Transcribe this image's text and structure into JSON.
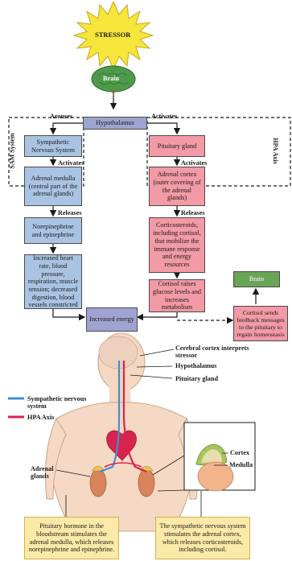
{
  "stressor": "STRESSOR",
  "brain": "Brain",
  "arouses": "Arouses",
  "activates_top": "Activates",
  "hypothalamus": "Hypothalamus",
  "sam_system": "SAM System",
  "hpa_axis_label": "HPA Axis",
  "sympathetic_ns": "Sympathetic Nervous System",
  "pituitary_gland": "Pituitary gland",
  "activates_left": "Activates",
  "activates_right": "Activates",
  "adrenal_medulla": "Adrenal medulla (central part of the adrenal glands)",
  "adrenal_cortex": "Adrenal cortex (outer covering of the adrenal glands)",
  "releases_left": "Releases",
  "releases_right": "Releases",
  "norepinephrine": "Norepinephrine and epinephrine",
  "corticosteroids": "Corticosteroids, including cortisol, that mobilize the immune response and energy resources",
  "increased_heart": "Increased heart rate, blood pressure, respiration, muscle tension; decreased digestion, blood vessels constricted",
  "cortisol_raises": "Cortisol raises glucose levels and increases metabolism",
  "brain_green": "Brain",
  "increased_energy": "Increased energy",
  "cortisol_sends": "Cortisol sends feedback messages to the pituitary to regain homeostasis",
  "figure": {
    "cerebral_cortex": "Cerebral cortex interprets stressor",
    "hypothalamus": "Hypothalamus",
    "pituitary": "Pituitary gland",
    "legend_sympathetic": "Sympathetic nervous system",
    "legend_hpa": "HPA Axis",
    "adrenal_glands": "Adrenal glands",
    "cortex": "Cortex",
    "medulla": "Medulla"
  },
  "note_left": "Pituitary hormone in the bloodstream stimulates the adrenal medulla, which releases norepinephrine and epinephrine.",
  "note_right": "The sympathetic nervous system stimulates the adrenal cortex, which releases corticosteroids, including cortisol.",
  "colors": {
    "sympathetic": "#3f8fd0",
    "hpa": "#d8234f",
    "blue_box": "#a9c4e3",
    "pink_box": "#f29aa5",
    "purple_box": "#9ea4cf",
    "green_box": "#6aa457",
    "note_bg": "#fbe9a8"
  }
}
